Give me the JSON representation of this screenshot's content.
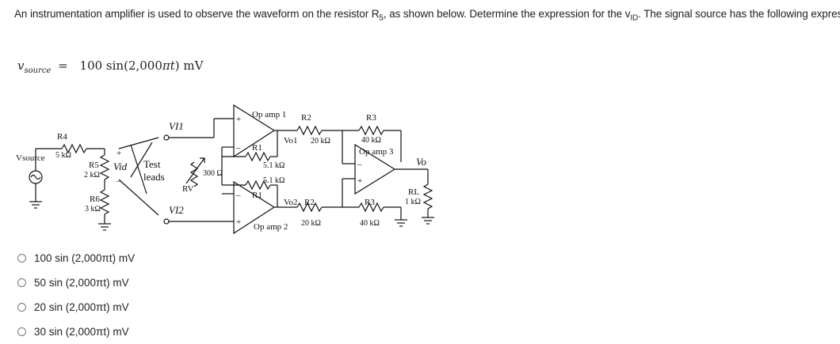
{
  "question": {
    "text_before": "An instrumentation amplifier is used to observe the waveform on the resistor R",
    "r_sub": "5",
    "text_mid": ", as shown below. Determine the expression for the v",
    "v_sub": "ID",
    "text_after": ". The signal source has the following expression"
  },
  "formula": {
    "lhs_main": "v",
    "lhs_sub": "source",
    "eq": "=",
    "rhs_pre": "100 sin(2,000",
    "rhs_italic": "πt",
    "rhs_post": ") mV"
  },
  "diagram": {
    "vsource": "Vsource",
    "r4": "R4",
    "r4_val": "5 kΩ",
    "r5": "R5",
    "r5_val": "2 kΩ",
    "r6": "R6",
    "r6_val": "3 kΩ",
    "vid": "Vid",
    "plus": "+",
    "minus": "–",
    "test_leads_1": "Test",
    "test_leads_2": "leads",
    "vi1": "VI1",
    "vi2": "VI2",
    "rv": "RV",
    "rv_val": "300 Ω",
    "opamp1": "Op amp 1",
    "opamp2": "Op amp 2",
    "opamp3": "Op amp 3",
    "r1": "R1",
    "r1_val": "5.1 kΩ",
    "r2": "R2",
    "r2_val": "20 kΩ",
    "r3": "R3",
    "r3_val": "40 kΩ",
    "vo1": "Vo1",
    "vo2": "Vo2",
    "vo": "Vo",
    "rl": "RL",
    "rl_val": "1 kΩ"
  },
  "options": [
    "100 sin (2,000πt) mV",
    "50 sin (2,000πt) mV",
    "20 sin (2,000πt) mV",
    "30 sin (2,000πt) mV"
  ]
}
